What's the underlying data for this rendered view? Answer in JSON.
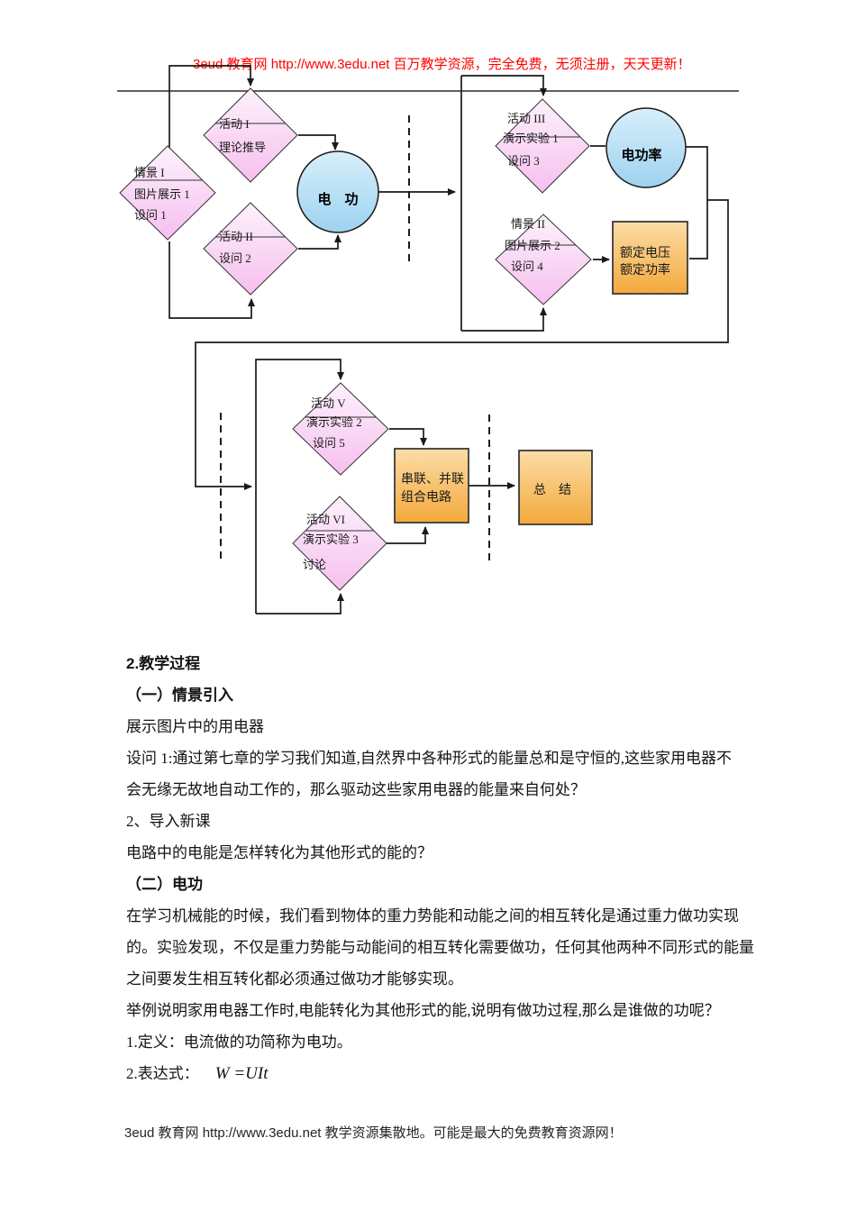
{
  "header": {
    "text": "3eud 教育网 http://www.3edu.net 百万教学资源，完全免费，无须注册，天天更新！",
    "color": "#ff0000"
  },
  "footer": {
    "text": "3eud 教育网 http://www.3edu.net  教学资源集散地。可能是最大的免费教育资源网！"
  },
  "flowchart": {
    "colors": {
      "diamond_top": "#fdf2fc",
      "diamond_bottom": "#f6bfee",
      "circle_top": "#d8effb",
      "circle_bottom": "#9dd2f0",
      "box_top": "#fcdda6",
      "box_bottom": "#f3a93c",
      "line": "#1a1a1a"
    },
    "nodes": {
      "qingjing1": {
        "lines": [
          "情景 I",
          "图片展示 1",
          "设问 1"
        ]
      },
      "huodong1": {
        "lines": [
          "活动 I",
          "理论推导"
        ]
      },
      "huodong2": {
        "lines": [
          "活动 II",
          "设问 2"
        ]
      },
      "diangong": {
        "label": "电　功"
      },
      "huodong3": {
        "lines": [
          "活动 III",
          "演示实验 1",
          "设问 3"
        ]
      },
      "diangonglv": {
        "label": "电功率"
      },
      "qingjing2": {
        "lines": [
          "情景 II",
          "图片展示 2",
          "设问 4"
        ]
      },
      "eding": {
        "lines": [
          "额定电压",
          "额定功率"
        ]
      },
      "huodong5": {
        "lines": [
          "活动 V",
          "演示实验 2",
          "设问 5"
        ]
      },
      "huodong6": {
        "lines": [
          "活动 VI",
          "演示实验 3",
          "讨论"
        ]
      },
      "chuanlian": {
        "lines": [
          "串联、并联",
          "组合电路"
        ]
      },
      "zongjie": {
        "label": "总　结"
      }
    }
  },
  "body": {
    "lines": [
      {
        "text": "2.教学过程"
      },
      {
        "text": "（一）情景引入"
      },
      {
        "text": "展示图片中的用电器"
      },
      {
        "text": "设问 1:通过第七章的学习我们知道,自然界中各种形式的能量总和是守恒的,这些家用电器不"
      },
      {
        "text": "会无缘无故地自动工作的，那么驱动这些家用电器的能量来自何处？"
      },
      {
        "text": "2、导入新课"
      },
      {
        "text": "电路中的电能是怎样转化为其他形式的能的？"
      },
      {
        "text": "（二）电功"
      },
      {
        "text": "在学习机械能的时候，我们看到物体的重力势能和动能之间的相互转化是通过重力做功实现"
      },
      {
        "text": "的。实验发现，不仅是重力势能与动能间的相互转化需要做功，任何其他两种不同形式的能量"
      },
      {
        "text": "之间要发生相互转化都必须通过做功才能够实现。"
      },
      {
        "text": "举例说明家用电器工作时,电能转化为其他形式的能,说明有做功过程,那么是谁做的功呢？"
      },
      {
        "text": "1.定义：电流做的功简称为电功。"
      },
      {
        "text": "2.表达式：",
        "formula": "W =UIt"
      }
    ]
  }
}
